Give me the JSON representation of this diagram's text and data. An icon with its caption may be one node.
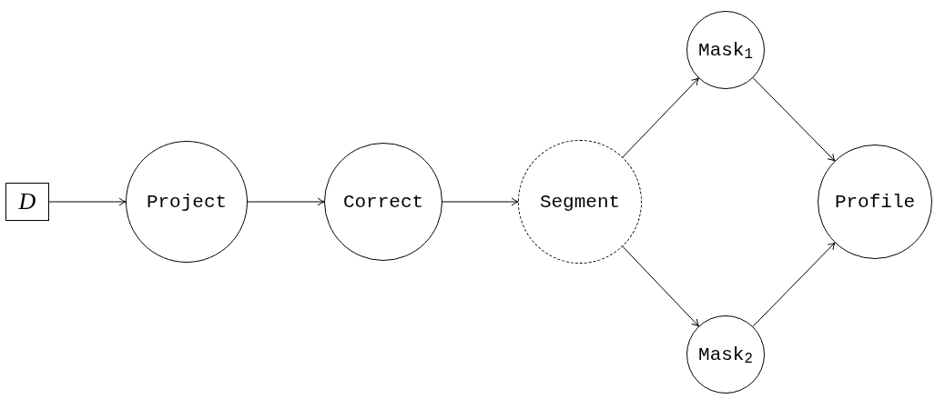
{
  "diagram": {
    "nodes": [
      {
        "text": [
          "D"
        ]
      },
      {
        "text": [
          "Project"
        ]
      },
      {
        "text": [
          "Correct"
        ]
      },
      {
        "text": [
          "Segment"
        ]
      },
      {
        "text": [
          "Mask$_{1}$"
        ]
      },
      {
        "text": [
          "Mask$_{2}$"
        ]
      },
      {
        "text": [
          "Profile"
        ]
      }
    ],
    "edges": [
      {
        "from": 0,
        "to": 1,
        "arrow": "to"
      },
      {
        "from": 1,
        "to": 2,
        "arrow": "to"
      },
      {
        "from": 2,
        "to": 3,
        "arrow": "to"
      },
      {
        "from": 3,
        "to": 4,
        "arrow": "to"
      },
      {
        "from": 3,
        "to": 5,
        "arrow": "to"
      },
      {
        "from": 4,
        "to": 6,
        "arrow": "to"
      },
      {
        "from": 5,
        "to": 6,
        "arrow": "to"
      }
    ]
  }
}
